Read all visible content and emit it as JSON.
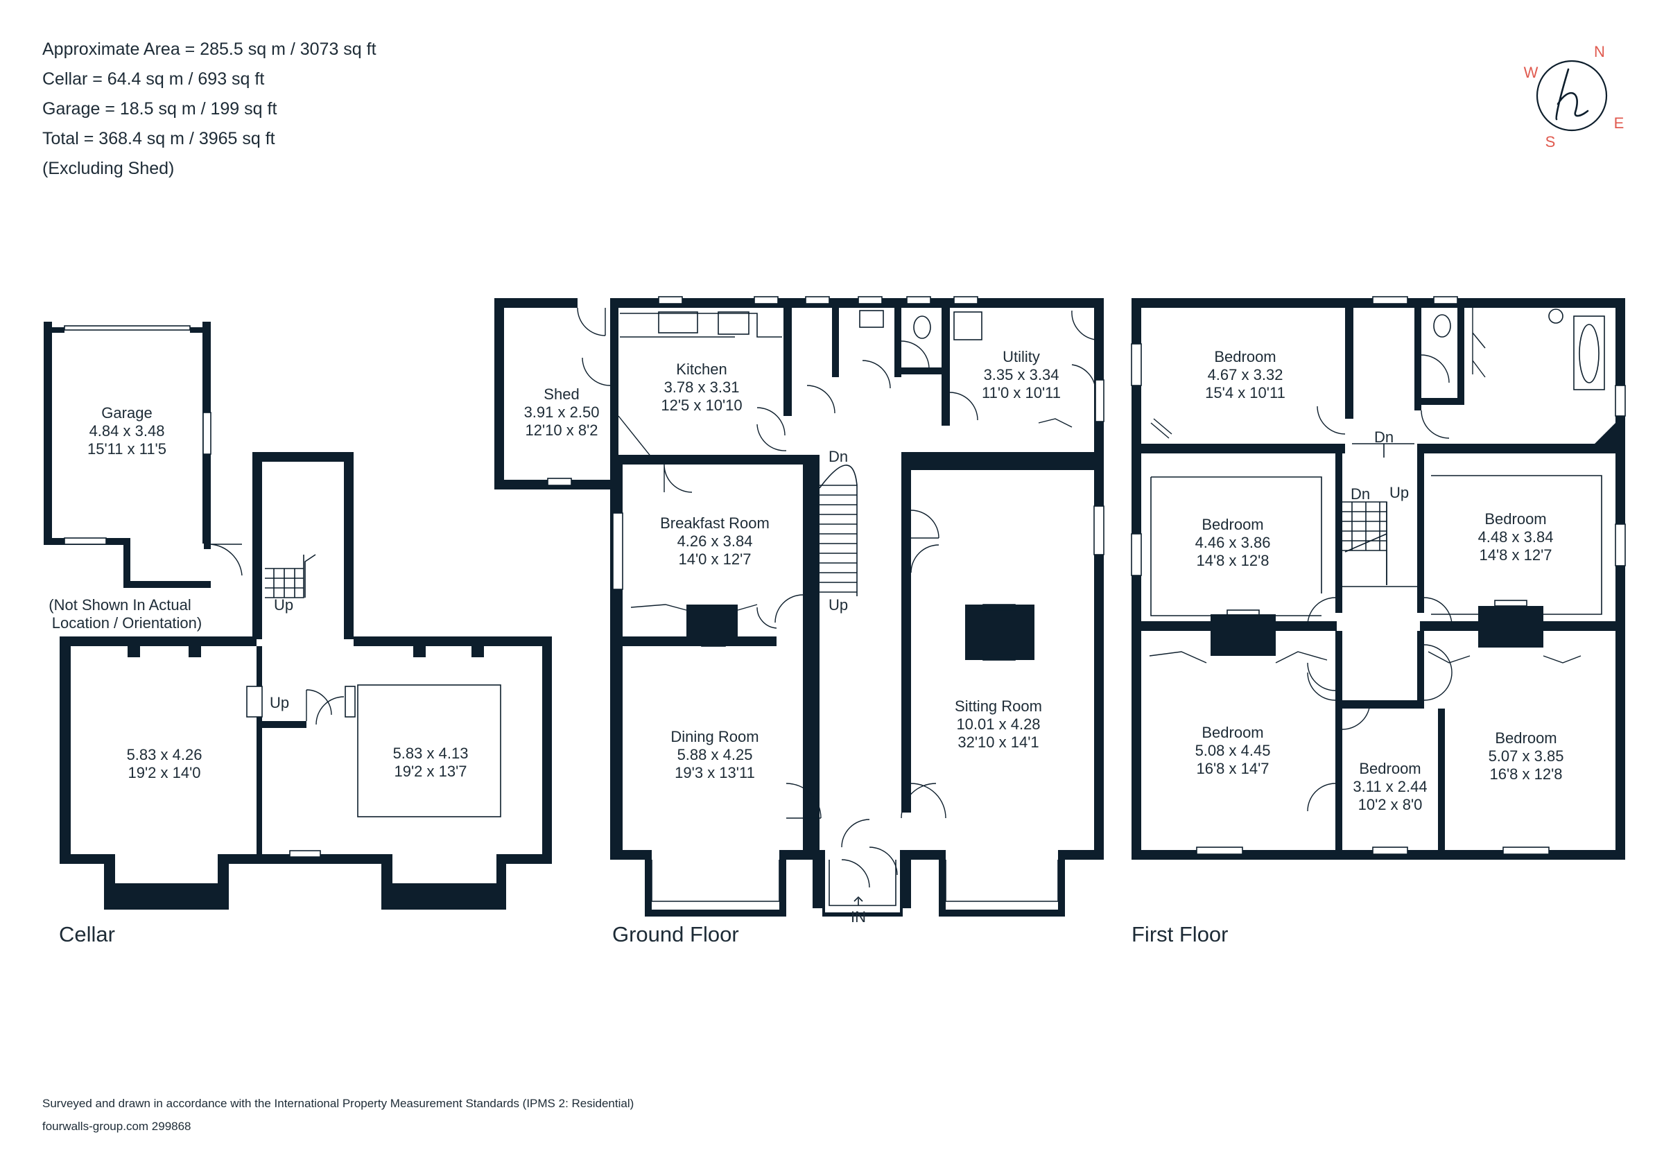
{
  "summary": {
    "approximate_area": "Approximate Area = 285.5 sq m / 3073 sq ft",
    "cellar": "Cellar = 64.4 sq m / 693 sq ft",
    "garage": "Garage = 18.5 sq m / 199 sq ft",
    "total": "Total = 368.4 sq m / 3965 sq ft",
    "note": "(Excluding Shed)"
  },
  "compass": {
    "n": "N",
    "e": "E",
    "s": "S",
    "w": "W"
  },
  "floors": {
    "cellar": "Cellar",
    "ground": "Ground Floor",
    "first": "First Floor"
  },
  "garage": {
    "name": "Garage",
    "metric": "4.84 x 3.48",
    "imperial": "15'11 x 11'5",
    "location_note_1": "(Not Shown In Actual",
    "location_note_2": "Location / Orientation)"
  },
  "cellar": {
    "left_room": {
      "metric": "5.83 x 4.26",
      "imperial": "19'2 x 14'0"
    },
    "right_room": {
      "metric": "5.83 x 4.13",
      "imperial": "19'2 x 13'7"
    },
    "stair_up_1": "Up",
    "stair_up_2": "Up"
  },
  "ground": {
    "shed": {
      "name": "Shed",
      "metric": "3.91 x 2.50",
      "imperial": "12'10 x 8'2"
    },
    "kitchen": {
      "name": "Kitchen",
      "metric": "3.78 x 3.31",
      "imperial": "12'5 x 10'10"
    },
    "utility": {
      "name": "Utility",
      "metric": "3.35 x 3.34",
      "imperial": "11'0 x 10'11"
    },
    "breakfast": {
      "name": "Breakfast Room",
      "metric": "4.26 x 3.84",
      "imperial": "14'0 x 12'7"
    },
    "dining": {
      "name": "Dining Room",
      "metric": "5.88 x 4.25",
      "imperial": "19'3 x 13'11"
    },
    "sitting": {
      "name": "Sitting Room",
      "metric": "10.01 x 4.28",
      "imperial": "32'10 x 14'1"
    },
    "stair_dn": "Dn",
    "stair_up": "Up",
    "entry": "IN"
  },
  "first": {
    "bed1": {
      "name": "Bedroom",
      "metric": "4.67 x 3.32",
      "imperial": "15'4 x 10'11"
    },
    "bed2": {
      "name": "Bedroom",
      "metric": "4.46 x 3.86",
      "imperial": "14'8 x 12'8"
    },
    "bed3": {
      "name": "Bedroom",
      "metric": "4.48 x 3.84",
      "imperial": "14'8 x 12'7"
    },
    "bed4": {
      "name": "Bedroom",
      "metric": "5.08 x 4.45",
      "imperial": "16'8 x 14'7"
    },
    "bed5": {
      "name": "Bedroom",
      "metric": "3.11 x 2.44",
      "imperial": "10'2 x 8'0"
    },
    "bed6": {
      "name": "Bedroom",
      "metric": "5.07 x 3.85",
      "imperial": "16'8 x 12'8"
    },
    "stair_dn_top": "Dn",
    "stair_dn": "Dn",
    "stair_up": "Up"
  },
  "footer": {
    "standard": "Surveyed and drawn in accordance with the International Property Measurement Standards (IPMS 2: Residential)",
    "reference": "fourwalls-group.com 299868"
  }
}
